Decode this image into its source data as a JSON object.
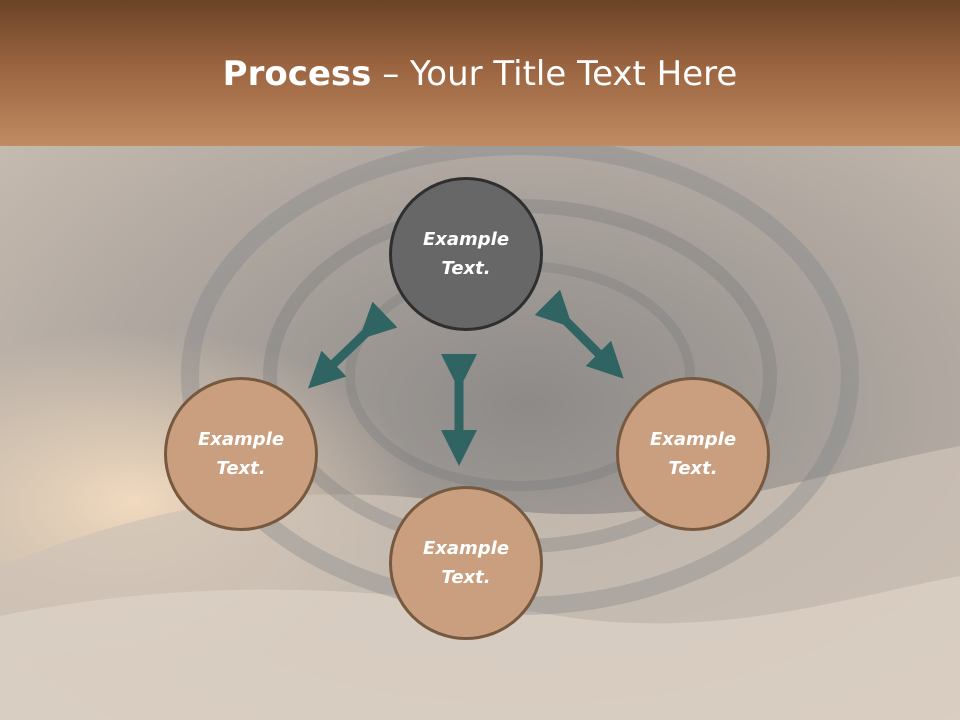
{
  "slide": {
    "title_bold": "Process",
    "title_sep": " – ",
    "title_rest": "Your Title Text Here"
  },
  "nodes": {
    "center": "Example\nText.",
    "left": "Example\nText.",
    "bottom": "Example\nText.",
    "right": "Example\nText."
  },
  "colors": {
    "header_dark": "#6b4327",
    "header_light": "#c08a62",
    "center_fill": "#676767",
    "leaf_fill": "#c99f7f",
    "arrow": "#2f6463"
  }
}
